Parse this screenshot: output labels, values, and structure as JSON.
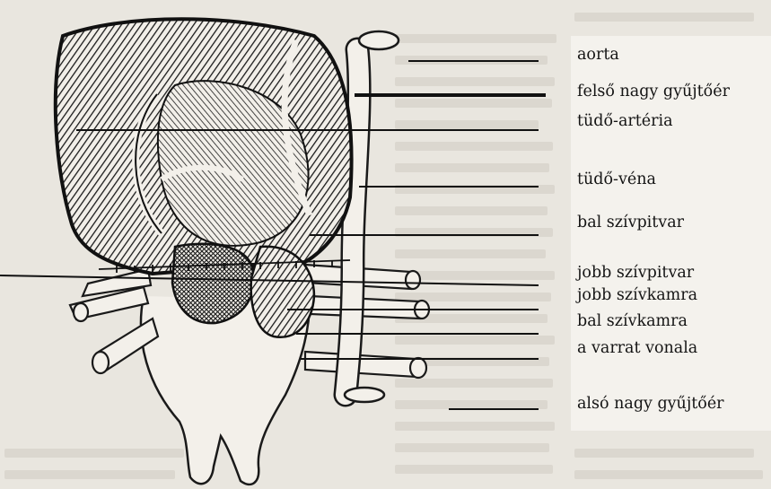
{
  "labels": {
    "aorta": "aorta",
    "felso_nagy_gyujtoer": "felső nagy gyűjtőér",
    "tudo_arteria": "tüdő-artéria",
    "tudo_vena": "tüdő-véna",
    "bal_szivpitvar": "bal szívpitvar",
    "jobb_szivpitvar": "jobb szívpitvar",
    "jobb_szivkamra": "jobb szívkamra",
    "bal_szivkamra": "bal szívkamra",
    "varrat_vonala": "a varrat vonala",
    "also_nagy_gyujtoer": "alsó nagy gyűjtőér"
  }
}
